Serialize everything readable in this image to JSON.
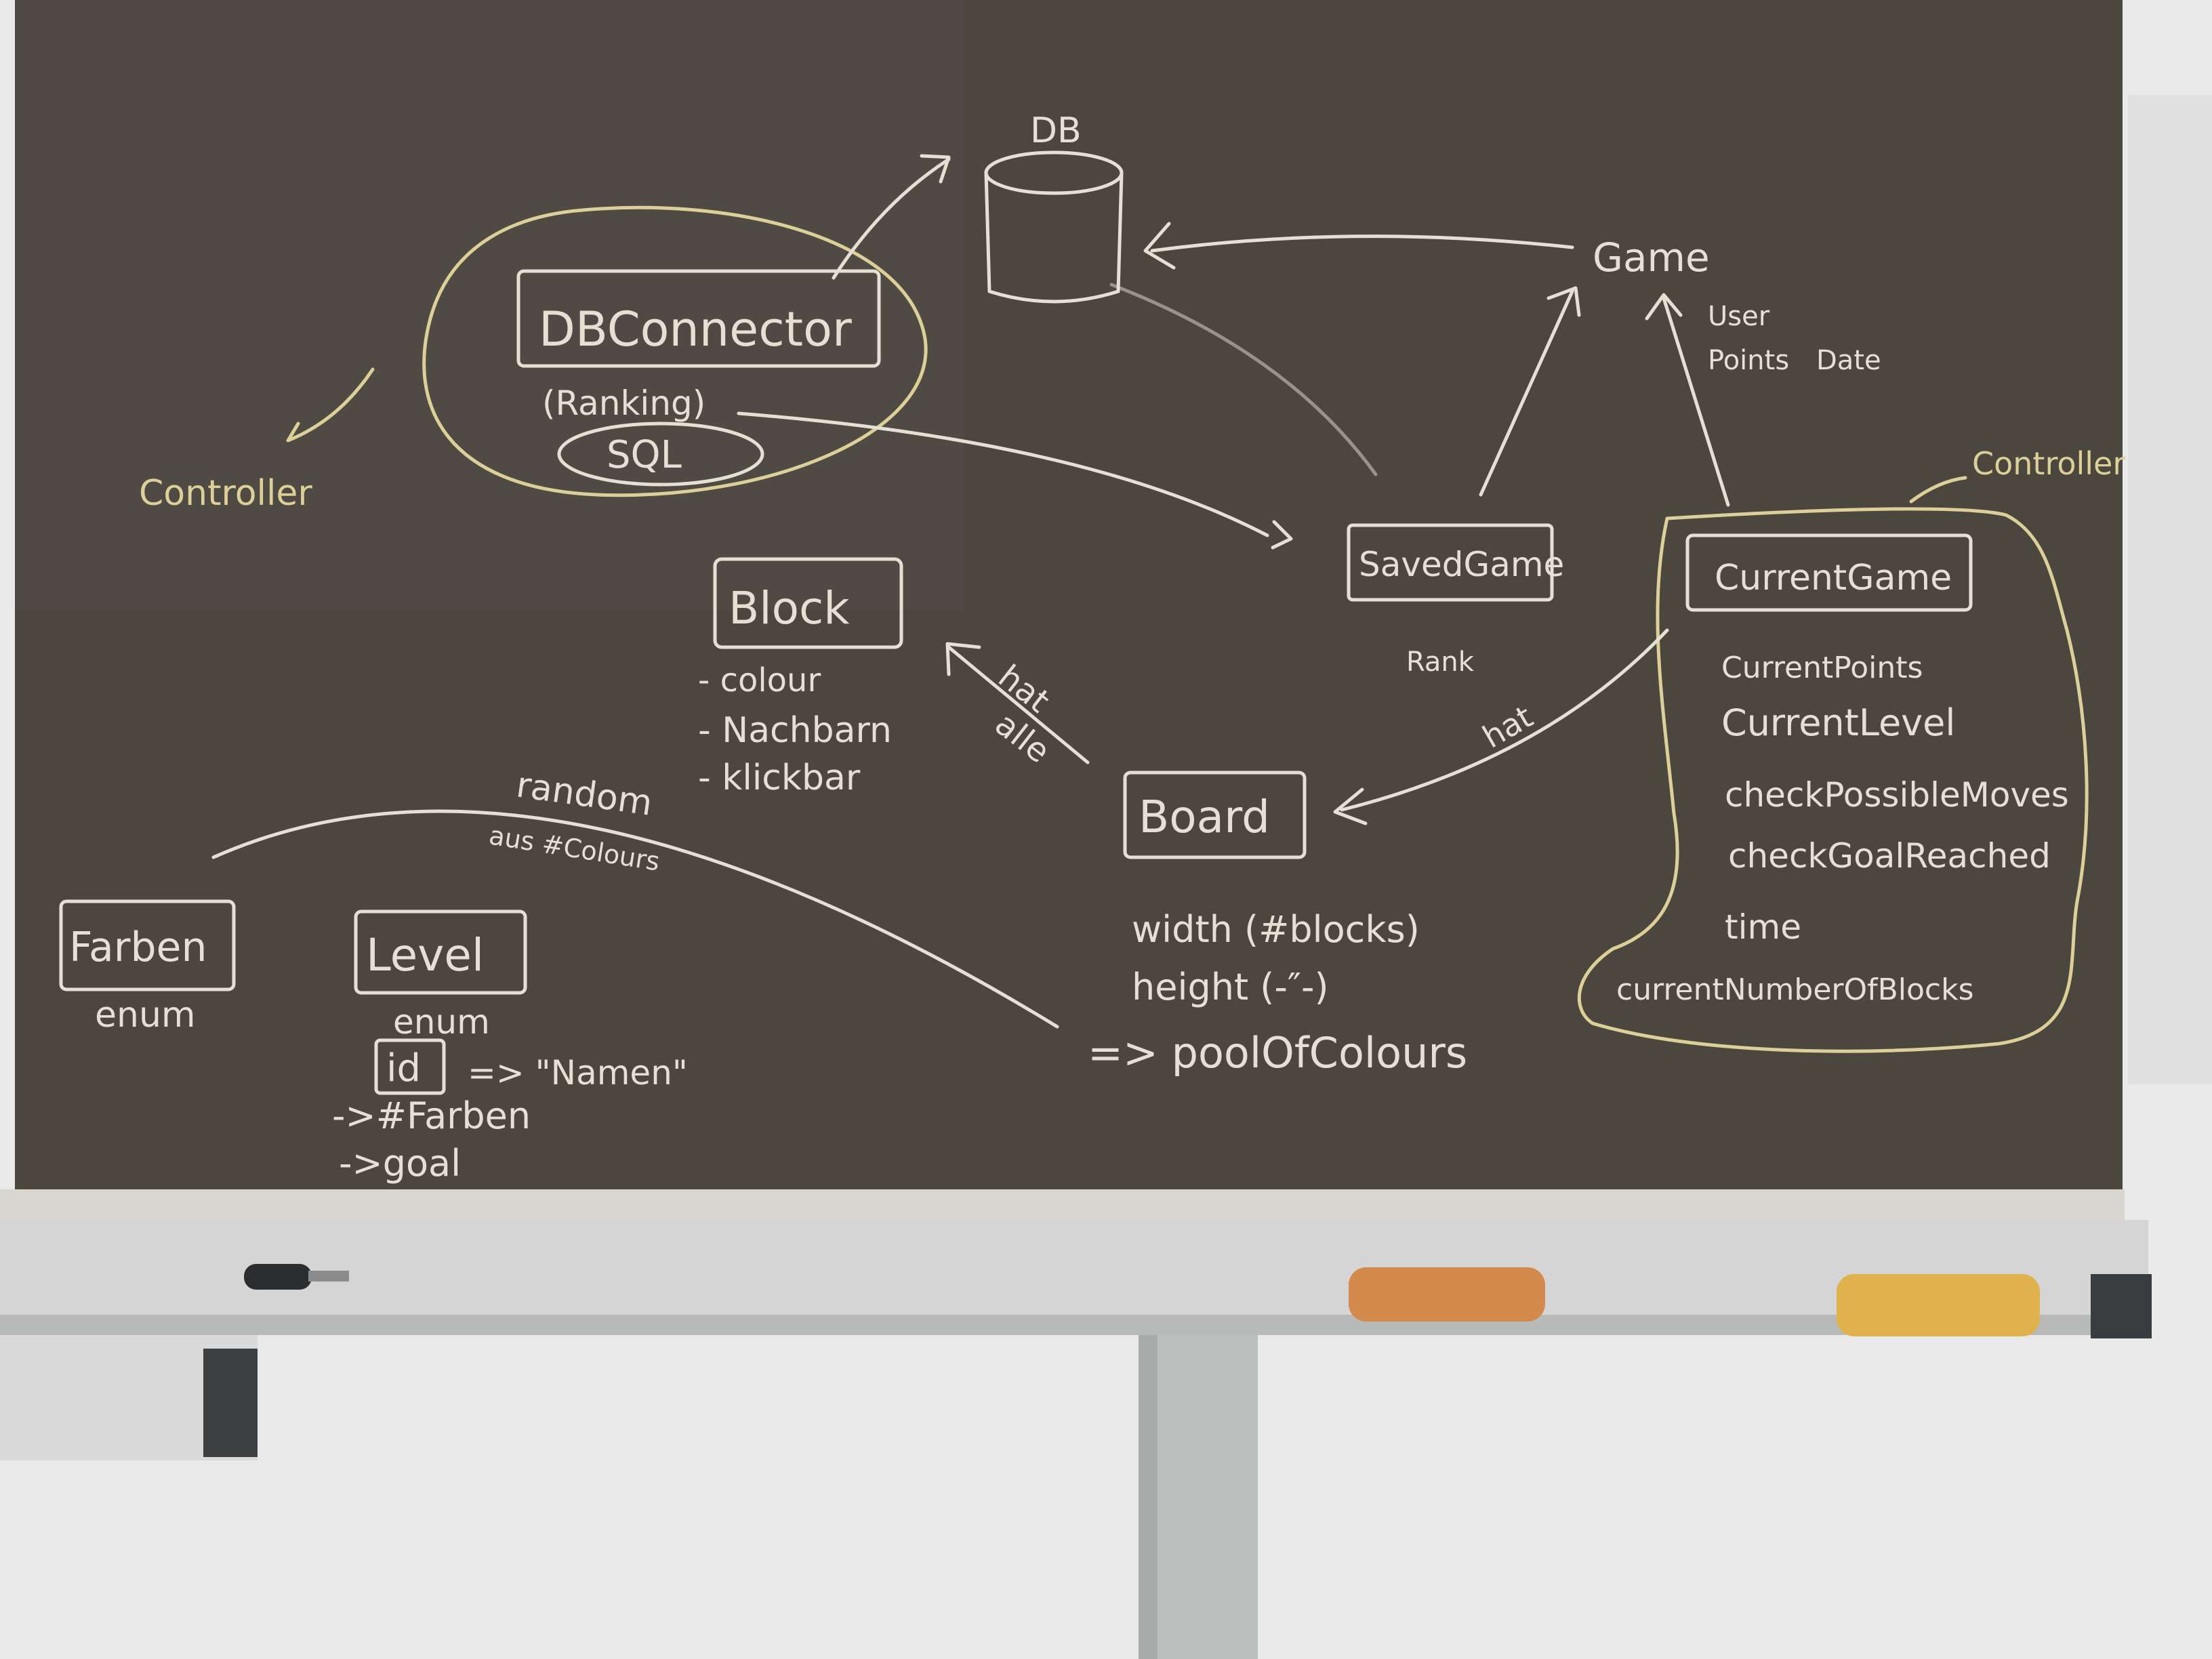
{
  "colors": {
    "board": "#4b473f",
    "chalk_white": "#e4e0d4",
    "chalk_yellow": "#dccf98",
    "wall": "#e9eaea",
    "tray": "#cfd0cf",
    "sponge_orange": "#d38a4c",
    "sponge_yellow": "#e0b24e"
  },
  "diagram": {
    "db": {
      "label": "DB"
    },
    "dbconnector": {
      "label": "DBConnector",
      "notes": [
        "(Ranking)",
        "SQL"
      ]
    },
    "controller_left": {
      "label": "Controller"
    },
    "controller_right": {
      "label": "Controller"
    },
    "game": {
      "label": "Game",
      "attributes": [
        "User",
        "Points",
        "Date"
      ]
    },
    "savedgame": {
      "label": "SavedGame",
      "attributes": [
        "Rank"
      ]
    },
    "currentgame": {
      "label": "CurrentGame",
      "attributes": [
        "CurrentPoints",
        "CurrentLevel",
        "checkPossibleMoves",
        "checkGoalReached",
        "time",
        "currentNumberOfBlocks"
      ]
    },
    "block": {
      "label": "Block",
      "attributes": [
        "- colour",
        "- Nachbarn",
        "- klickbar"
      ]
    },
    "board": {
      "label": "Board",
      "attributes": [
        "width (#blocks)",
        "height (-″-)",
        "=> poolOfColours"
      ]
    },
    "farben": {
      "label": "Farben",
      "kind": "enum"
    },
    "level": {
      "label": "Level",
      "kind": "enum",
      "id_label": "id",
      "id_note": "=> \"Namen\"",
      "attributes": [
        "->#Farben",
        "->goal"
      ]
    },
    "edges": {
      "hat_alle": [
        "hat",
        "alle"
      ],
      "hat": "hat",
      "random": [
        "random",
        "aus #Colours"
      ]
    }
  }
}
